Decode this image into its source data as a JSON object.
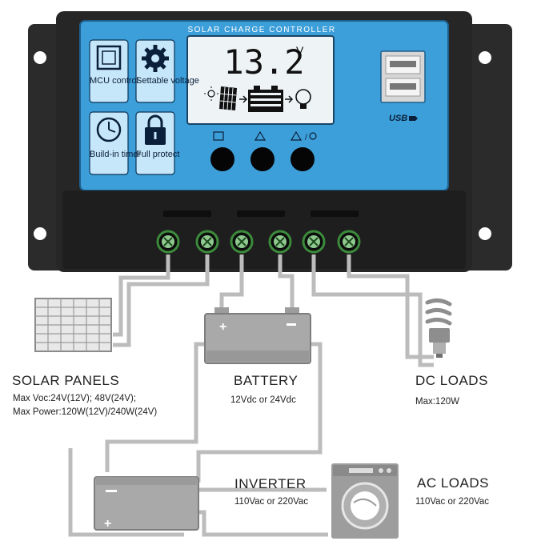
{
  "controller": {
    "header": "SOLAR CHARGE CONTROLLER",
    "lcd_value": "13.2",
    "lcd_unit": "V",
    "features": [
      {
        "icon": "chip-icon",
        "label": "MCU control"
      },
      {
        "icon": "gear-icon",
        "label": "Settable voltage"
      },
      {
        "icon": "clock-icon",
        "label": "Build-in timer"
      },
      {
        "icon": "lock-icon",
        "label": "Full protect"
      }
    ],
    "usb_label": "USB"
  },
  "components": {
    "solar": {
      "title": "SOLAR  PANELS",
      "spec1": "Max  Voc:24V(12V); 48V(24V);",
      "spec2": "Max  Power:120W(12V)/240W(24V)"
    },
    "battery": {
      "title": "BATTERY",
      "spec": "12Vdc  or  24Vdc"
    },
    "dc_loads": {
      "title": "DC  LOADS",
      "spec": "Max:120W"
    },
    "inverter": {
      "title": "INVERTER",
      "spec": "110Vac  or  220Vac"
    },
    "ac_loads": {
      "title": "AC  LOADS",
      "spec": "110Vac  or  220Vac"
    }
  },
  "colors": {
    "panel_blue": "#3d9fd9",
    "case_dark": "#2a2a2a",
    "wire_gray": "#bcbcbc",
    "terminal_green": "#3c8a3c"
  }
}
